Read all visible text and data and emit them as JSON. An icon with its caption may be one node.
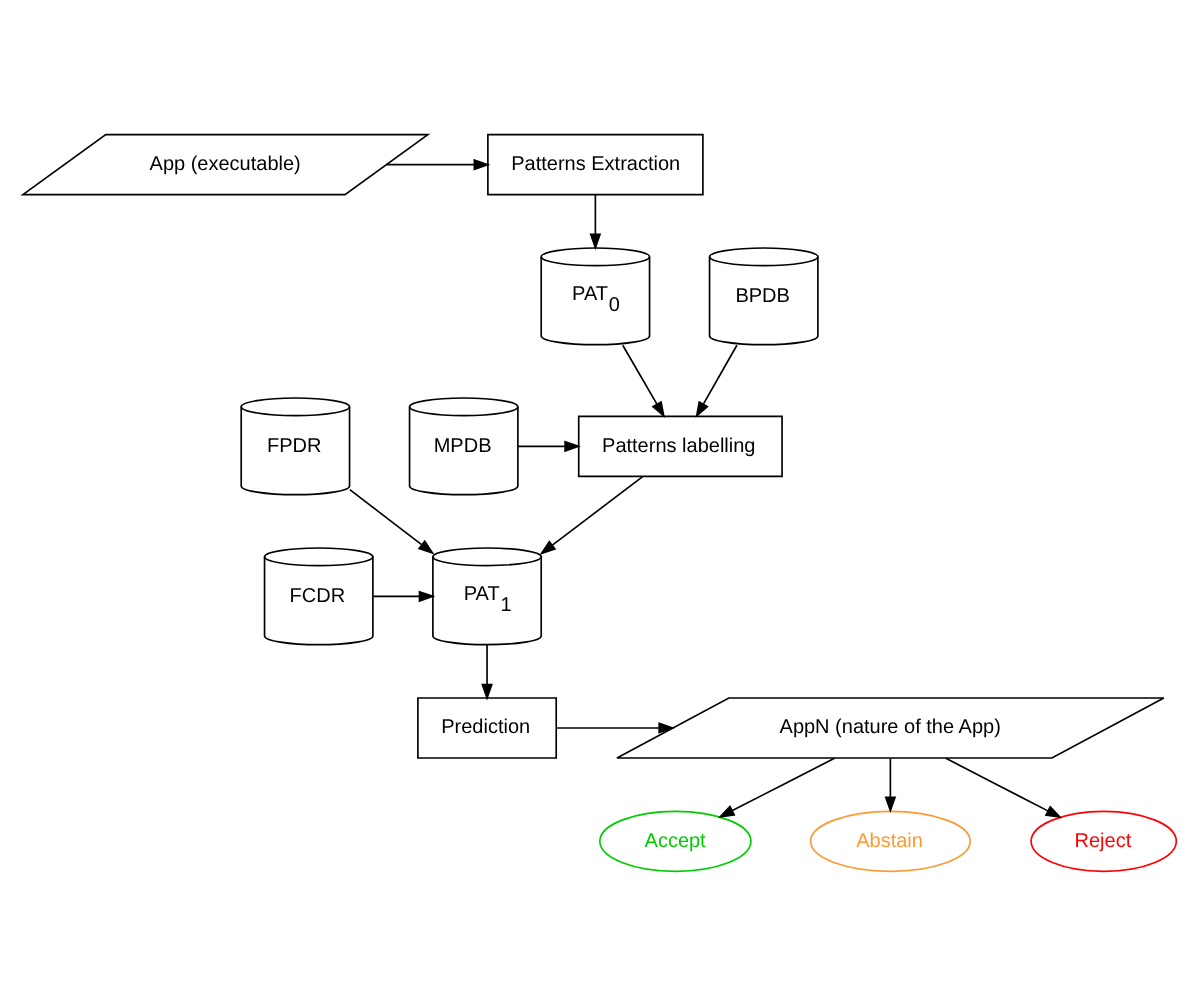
{
  "diagram": {
    "nodes": [
      {
        "text": [
          "App (executable)"
        ]
      },
      {
        "text": [
          "Patterns Extraction"
        ]
      },
      {
        "text": [
          "PAT$_{0}$"
        ]
      },
      {
        "text": [
          "MPDB"
        ]
      },
      {
        "text": [
          "Patterns labelling"
        ]
      },
      {
        "text": [
          "BPDB"
        ]
      },
      {
        "text": [
          "FCDR"
        ]
      },
      {
        "text": [
          "PAT$_{1}$"
        ]
      },
      {
        "text": [
          "FPDR"
        ]
      },
      {
        "text": [
          "Prediction"
        ]
      },
      {
        "text": [
          "AppN (nature of the App)"
        ]
      },
      {
        "text": [
          "Accept"
        ]
      },
      {
        "text": [
          "Abstain"
        ]
      },
      {
        "text": [
          "Reject"
        ]
      }
    ],
    "edges": [
      {
        "from": 0,
        "to": 1,
        "arrow": "to"
      },
      {
        "from": 1,
        "to": 2,
        "arrow": "to"
      },
      {
        "from": 2,
        "to": 4,
        "arrow": "to"
      },
      {
        "from": 3,
        "to": 4,
        "arrow": "to"
      },
      {
        "from": 5,
        "to": 4,
        "arrow": "to"
      },
      {
        "from": 4,
        "to": 7,
        "arrow": "to"
      },
      {
        "from": 6,
        "to": 7,
        "arrow": "to"
      },
      {
        "from": 8,
        "to": 7,
        "arrow": "to"
      },
      {
        "from": 7,
        "to": 9,
        "arrow": "to"
      },
      {
        "from": 9,
        "to": 10,
        "arrow": "to"
      },
      {
        "from": 10,
        "to": 11,
        "arrow": "to"
      },
      {
        "from": 10,
        "to": 12,
        "arrow": "to"
      },
      {
        "from": 10,
        "to": 13,
        "arrow": "to"
      }
    ]
  }
}
